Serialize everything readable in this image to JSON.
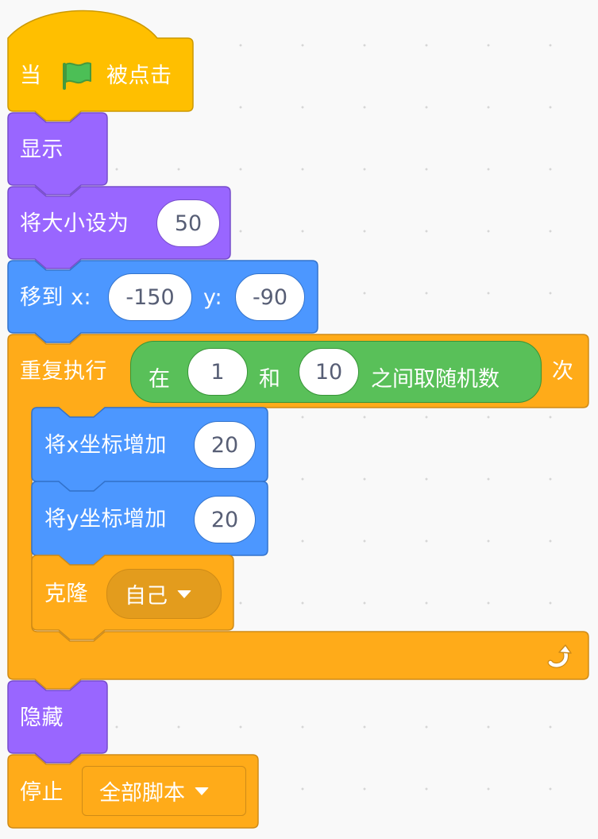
{
  "colors": {
    "events": "#ffbf00",
    "looks": "#9966ff",
    "motion": "#4c97ff",
    "control": "#ffab19",
    "operators": "#59c059",
    "field_text": "#575e75"
  },
  "script": {
    "when_flag": {
      "prefix": "当",
      "icon": "green-flag-icon",
      "suffix": "被点击"
    },
    "show": {
      "label": "显示"
    },
    "set_size": {
      "label": "将大小设为",
      "value": "50"
    },
    "goto_xy": {
      "label": "移到 x:",
      "x": "-150",
      "y_label": "y:",
      "y": "-90"
    },
    "repeat": {
      "label": "重复执行",
      "suffix": "次",
      "random": {
        "prefix": "在",
        "from": "1",
        "and": "和",
        "to": "10",
        "suffix": "之间取随机数"
      },
      "loop_icon": "repeat-arrow-icon"
    },
    "change_x": {
      "label": "将x坐标增加",
      "value": "20"
    },
    "change_y": {
      "label": "将y坐标增加",
      "value": "20"
    },
    "clone": {
      "label": "克隆",
      "target": "自己"
    },
    "hide": {
      "label": "隐藏"
    },
    "stop": {
      "label": "停止",
      "option": "全部脚本"
    }
  }
}
